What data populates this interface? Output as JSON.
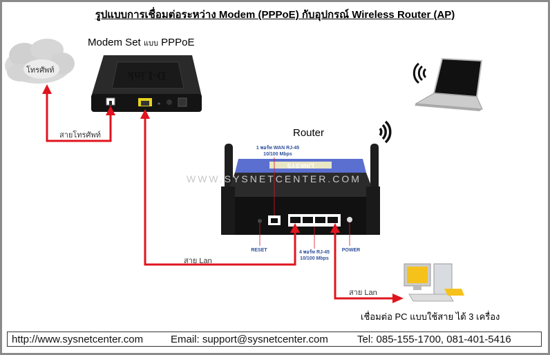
{
  "title": "รูปแบบการเชื่อมต่อระหว่าง Modem (PPPoE) กับอุปกรณ์ Wireless Router (AP)",
  "cloud": {
    "label": "โทรศัพท์"
  },
  "modem": {
    "label": "Modem Set",
    "label_suffix": "แบบ",
    "label_type": "PPPoE",
    "brand": "D-Link"
  },
  "phone_cable": {
    "label": "สายโทรศัพท์"
  },
  "router": {
    "label": "Router",
    "brand": "LINKSYS",
    "wan_port_label_1": "1 พอร์ท WAN RJ-45",
    "wan_port_label_2": "10/100 Mbps",
    "lan_port_label_1": "4 พอร์ท RJ-45",
    "lan_port_label_2": "10/100 Mbps",
    "reset_label": "RESET",
    "power_label": "POWER"
  },
  "watermark": "WWW.SYSNETCENTER.COM",
  "lan_cable_modem": {
    "label": "สาย Lan"
  },
  "lan_cable_pc": {
    "label": "สาย Lan"
  },
  "pc": {
    "caption": "เชื่อมต่อ PC แบบใช้สาย ได้ 3 เครื่อง"
  },
  "footer": {
    "website": "http://www.sysnetcenter.com",
    "email": "Email: support@sysnetcenter.com",
    "tel": "Tel: 085-155-1700, 081-401-5416"
  },
  "colors": {
    "cable": "#e0141e",
    "border": "#8a8a8a",
    "router_blue": "#5b6fd1",
    "label_blue": "#2f4f9a"
  }
}
